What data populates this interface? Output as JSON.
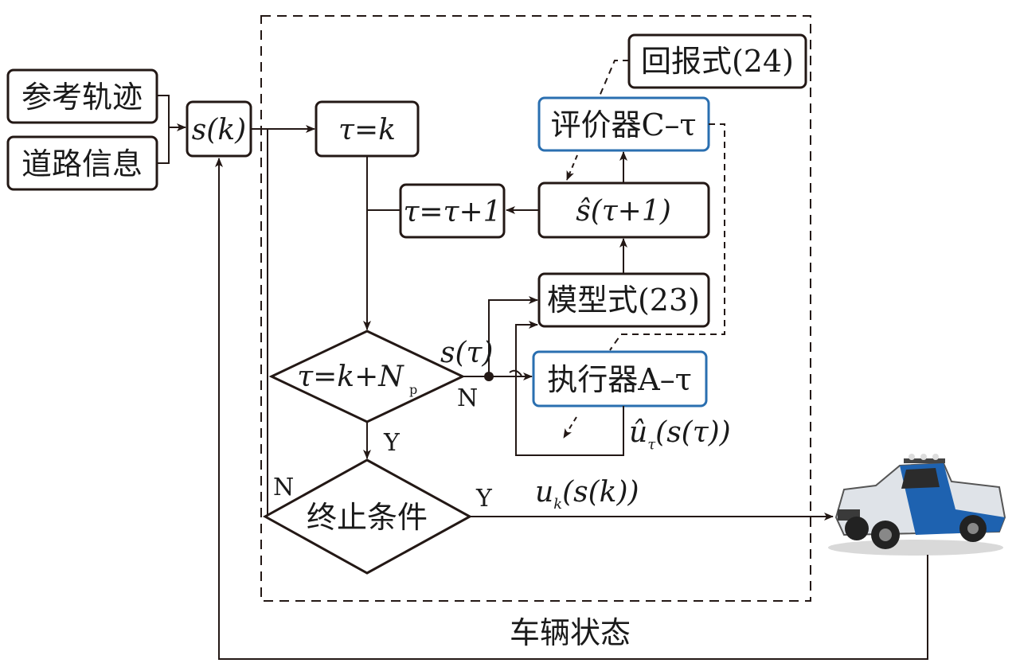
{
  "inputs": {
    "reference_trajectory": "参考轨迹",
    "road_info": "道路信息"
  },
  "nodes": {
    "state": "s(k)",
    "tau_init": "τ=k",
    "tau_increment": "τ=τ+1",
    "critic": "评价器C–τ",
    "predicted_state": "ŝ(τ+1)",
    "model": "模型式(23)",
    "actor": "执行器A–τ",
    "reward": "回报式(24)",
    "condition_main": "τ=k+N",
    "condition_sub": "p",
    "terminate": "终止条件"
  },
  "labels": {
    "s_tau": "s(τ)",
    "u_hat_main": "û",
    "u_hat_sub": "τ",
    "u_hat_rest": "(s(τ))",
    "u_k_main": "u",
    "u_k_sub": "k",
    "u_k_rest": "(s(k))",
    "cond_no": "N",
    "cond_yes": "Y",
    "term_no": "N",
    "term_yes": "Y",
    "vehicle_state": "车辆状态"
  },
  "colors": {
    "line": "#231815",
    "highlight_border": "#2a6fb0",
    "vehicle_blue": "#1e62b0"
  }
}
